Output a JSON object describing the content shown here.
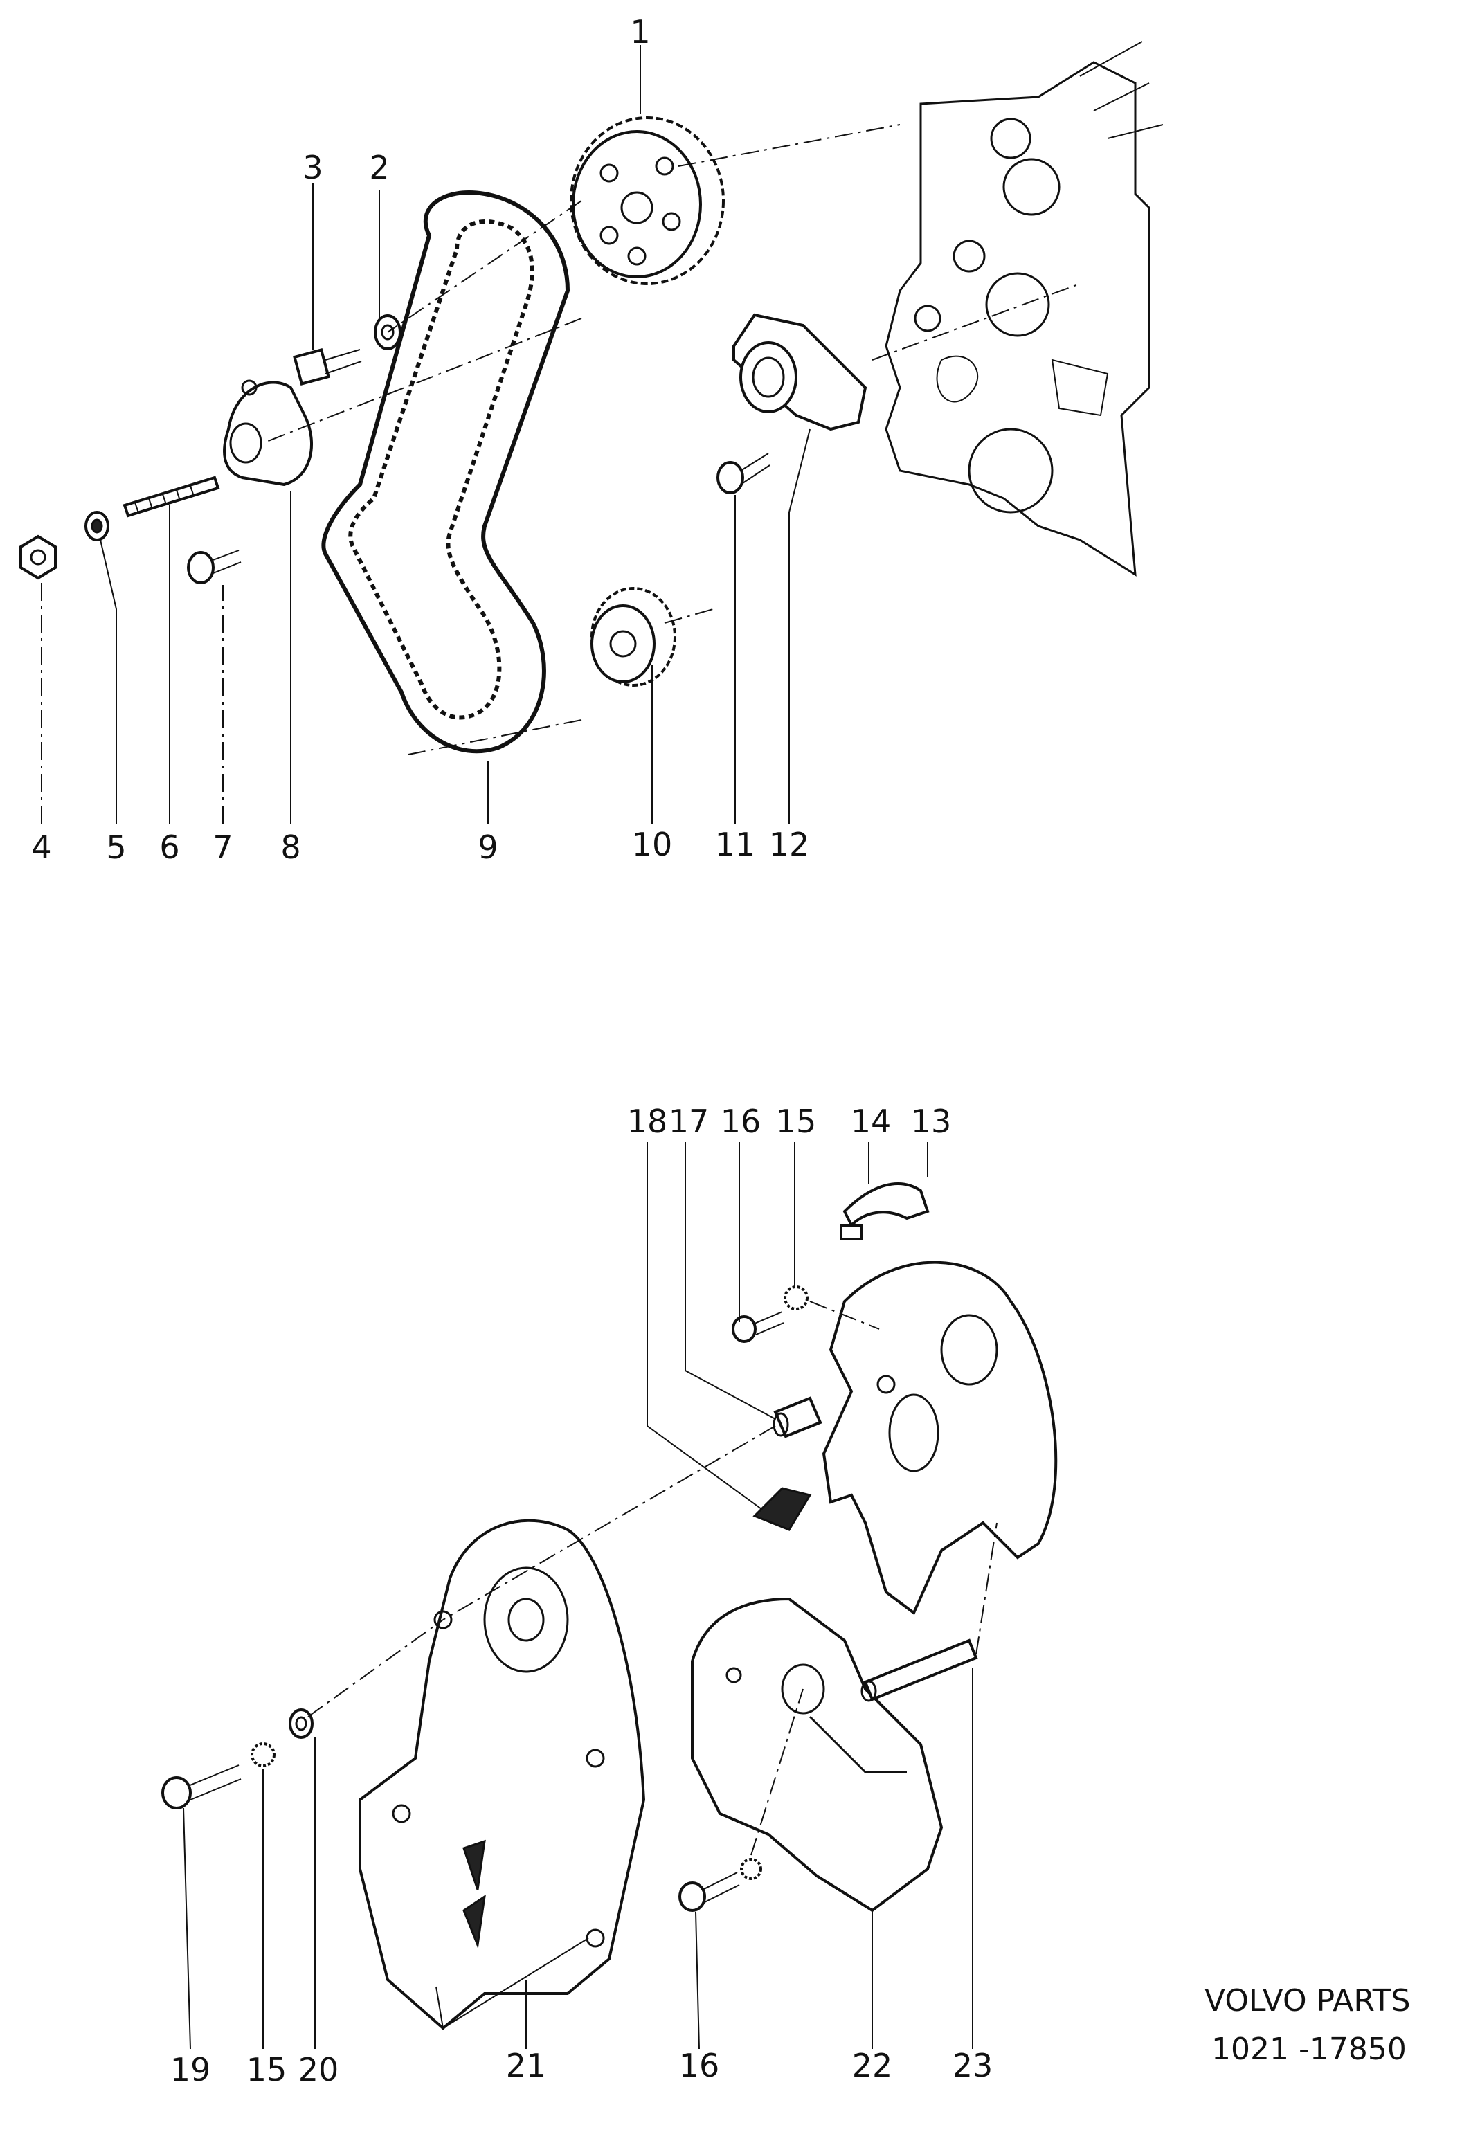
{
  "callouts": [
    {
      "id": "p1",
      "text": "1"
    },
    {
      "id": "p2",
      "text": "2"
    },
    {
      "id": "p3",
      "text": "3"
    },
    {
      "id": "p4",
      "text": "4"
    },
    {
      "id": "p5",
      "text": "5"
    },
    {
      "id": "p6",
      "text": "6"
    },
    {
      "id": "p7",
      "text": "7"
    },
    {
      "id": "p8",
      "text": "8"
    },
    {
      "id": "p9",
      "text": "9"
    },
    {
      "id": "p10",
      "text": "10"
    },
    {
      "id": "p11",
      "text": "11"
    },
    {
      "id": "p12",
      "text": "12"
    },
    {
      "id": "p13",
      "text": "13"
    },
    {
      "id": "p14",
      "text": "14"
    },
    {
      "id": "p15a",
      "text": "15"
    },
    {
      "id": "p16a",
      "text": "16"
    },
    {
      "id": "p17",
      "text": "17"
    },
    {
      "id": "p18",
      "text": "18"
    },
    {
      "id": "p19",
      "text": "19"
    },
    {
      "id": "p15b",
      "text": "15"
    },
    {
      "id": "p20",
      "text": "20"
    },
    {
      "id": "p21",
      "text": "21"
    },
    {
      "id": "p16b",
      "text": "16"
    },
    {
      "id": "p22",
      "text": "22"
    },
    {
      "id": "p23",
      "text": "23"
    }
  ],
  "footer": {
    "brand": "VOLVO  PARTS",
    "code": "1021 -17850"
  }
}
